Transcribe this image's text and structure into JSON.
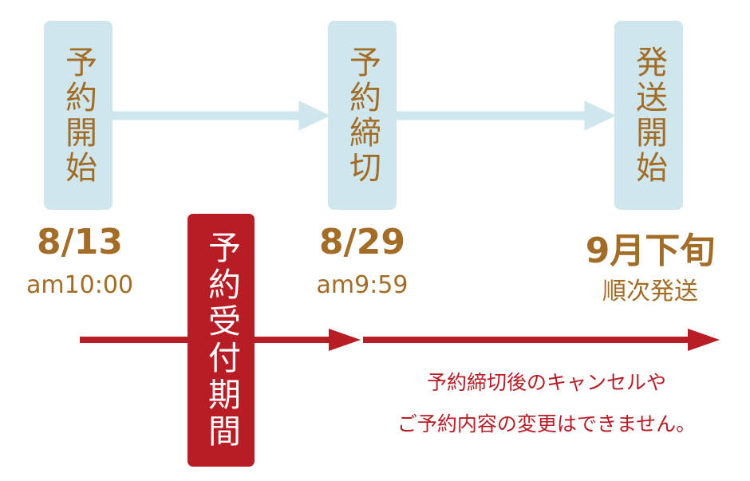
{
  "stages": [
    {
      "label": "予約開始",
      "date": "8/13",
      "time": "am10:00"
    },
    {
      "label": "予約締切",
      "date": "8/29",
      "time": "am9:59"
    },
    {
      "label": "発送開始",
      "date": "9月下旬",
      "time": "順次発送"
    }
  ],
  "period": {
    "label": "予約受付期間"
  },
  "note": {
    "line1": "予約締切後のキャンセルや",
    "line2": "ご予約内容の変更はできません。"
  },
  "colors": {
    "accent_brown": "#a36d27",
    "box_blue": "#cfe6ec",
    "arrow_blue": "#cfe6ec",
    "brand_red": "#b81c25"
  }
}
